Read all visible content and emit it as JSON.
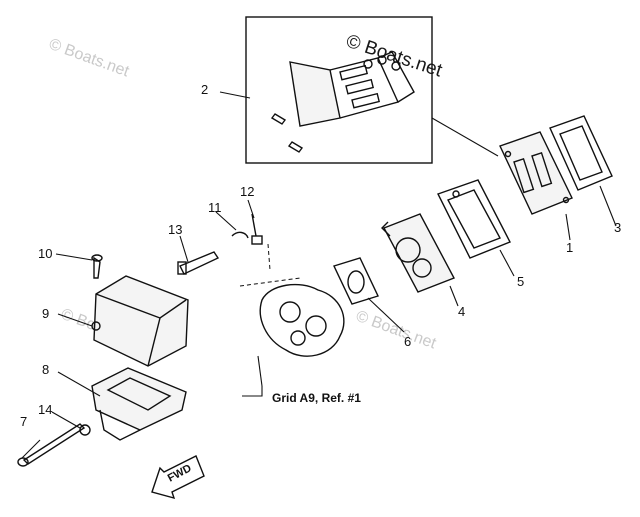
{
  "watermarks": {
    "top_left": "© Boats.net",
    "top_right": "© Boats.net",
    "center_right": "© Boats.net",
    "bottom_left": "© Boats.net"
  },
  "callouts": {
    "c1": "1",
    "c2": "2",
    "c3": "3",
    "c4": "4",
    "c5": "5",
    "c6": "6",
    "c7": "7",
    "c8": "8",
    "c9": "9",
    "c10": "10",
    "c11": "11",
    "c12": "12",
    "c13": "13",
    "c14": "14"
  },
  "reference_label": "Grid A9, Ref. #1",
  "direction_label": "FWD"
}
